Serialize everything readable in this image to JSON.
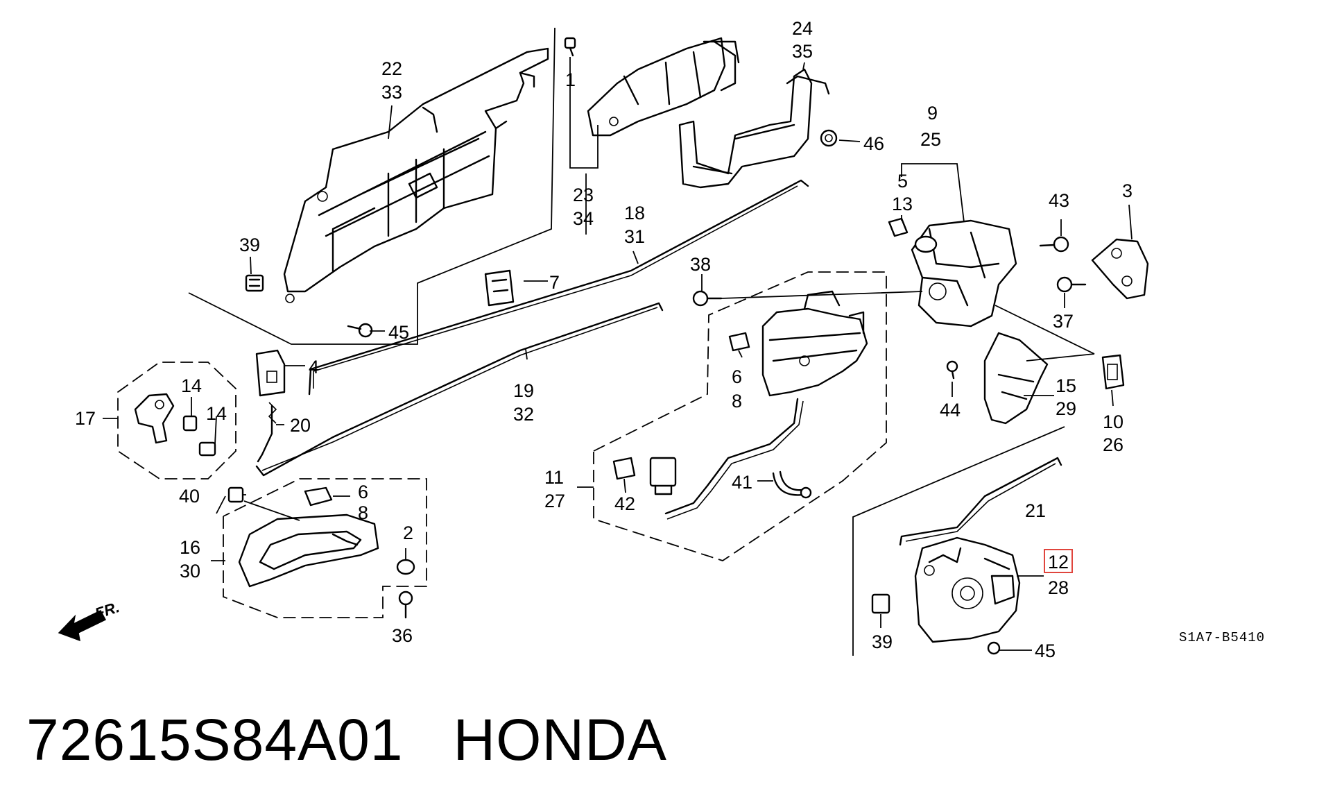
{
  "caption": {
    "part_number": "72615S84A01",
    "brand": "HONDA"
  },
  "diagram_code": "S1A7-B5410",
  "front_marker": "FR.",
  "highlight_color": "#e0453d",
  "callouts": {
    "c1": "1",
    "c2": "2",
    "c3": "3",
    "c4": "4",
    "c5": "5",
    "c6a": "6",
    "c6b": "6",
    "c7": "7",
    "c8a": "8",
    "c8b": "8",
    "c9": "9",
    "c10": "10",
    "c11": "11",
    "c12": "12",
    "c13": "13",
    "c14a": "14",
    "c14b": "14",
    "c15": "15",
    "c16": "16",
    "c17": "17",
    "c18": "18",
    "c19": "19",
    "c20": "20",
    "c21": "21",
    "c22": "22",
    "c23": "23",
    "c24": "24",
    "c25": "25",
    "c26": "26",
    "c27": "27",
    "c28": "28",
    "c29": "29",
    "c30": "30",
    "c31": "31",
    "c32": "32",
    "c33": "33",
    "c34": "34",
    "c35": "35",
    "c36": "36",
    "c37": "37",
    "c38": "38",
    "c39a": "39",
    "c39b": "39",
    "c40": "40",
    "c41": "41",
    "c42": "42",
    "c43": "43",
    "c44": "44",
    "c45a": "45",
    "c45b": "45",
    "c46": "46"
  }
}
